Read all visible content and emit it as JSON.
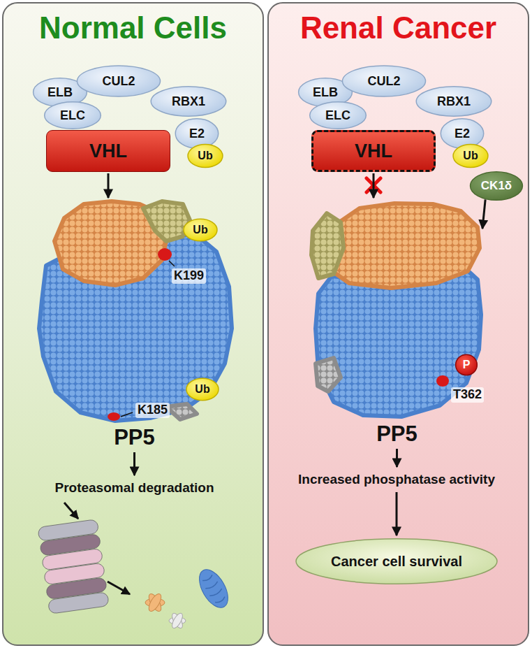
{
  "diagram": {
    "nodes": [
      {
        "text": [
          "Normal Cells"
        ]
      },
      {
        "text": [
          "ELB"
        ],
        "in": 0
      },
      {
        "text": [
          "CUL2"
        ],
        "in": 0
      },
      {
        "text": [
          "RBX1"
        ],
        "in": 0
      },
      {
        "text": [
          "ELC"
        ],
        "in": 0
      },
      {
        "text": [
          "E2"
        ],
        "in": 0
      },
      {
        "text": [
          "Ub"
        ],
        "in": 0
      },
      {
        "text": [
          "VHL"
        ],
        "in": 0
      },
      {
        "text": [
          "PP5"
        ],
        "in": 0
      },
      {
        "text": [
          "Ub"
        ],
        "in": 8
      },
      {
        "text": [
          "Ub"
        ],
        "in": 8
      },
      {
        "text": [
          "Proteasomal degradation"
        ],
        "in": 0
      },
      {
        "text": [
          "Renal Cancer"
        ]
      },
      {
        "text": [
          "ELB"
        ],
        "in": 12
      },
      {
        "text": [
          "CUL2"
        ],
        "in": 12
      },
      {
        "text": [
          "RBX1"
        ],
        "in": 12
      },
      {
        "text": [
          "ELC"
        ],
        "in": 12
      },
      {
        "text": [
          "E2"
        ],
        "in": 12
      },
      {
        "text": [
          "Ub"
        ],
        "in": 12
      },
      {
        "text": [
          "VHL"
        ],
        "in": 12
      },
      {
        "text": [
          "PP5"
        ],
        "in": 12
      },
      {
        "text": [
          "CK1δ"
        ],
        "in": 12
      },
      {
        "text": [
          "P"
        ],
        "in": 20
      },
      {
        "text": [
          "Increased phosphatase activity"
        ],
        "in": 12
      },
      {
        "text": [
          "Cancer cell survival"
        ],
        "in": 12
      }
    ],
    "edges": [
      {
        "from": 7,
        "to": 8,
        "arrow": "to"
      },
      {
        "from": 8,
        "to": 11,
        "arrow": "to"
      },
      {
        "from": 19,
        "to": 20,
        "arrow": "to"
      },
      {
        "from": 21,
        "to": 20,
        "arrow": "to"
      },
      {
        "from": 20,
        "to": 23,
        "arrow": "to"
      },
      {
        "from": 23,
        "to": 24,
        "arrow": "to"
      }
    ],
    "labels": [
      "K199",
      "K185",
      "T362"
    ]
  }
}
